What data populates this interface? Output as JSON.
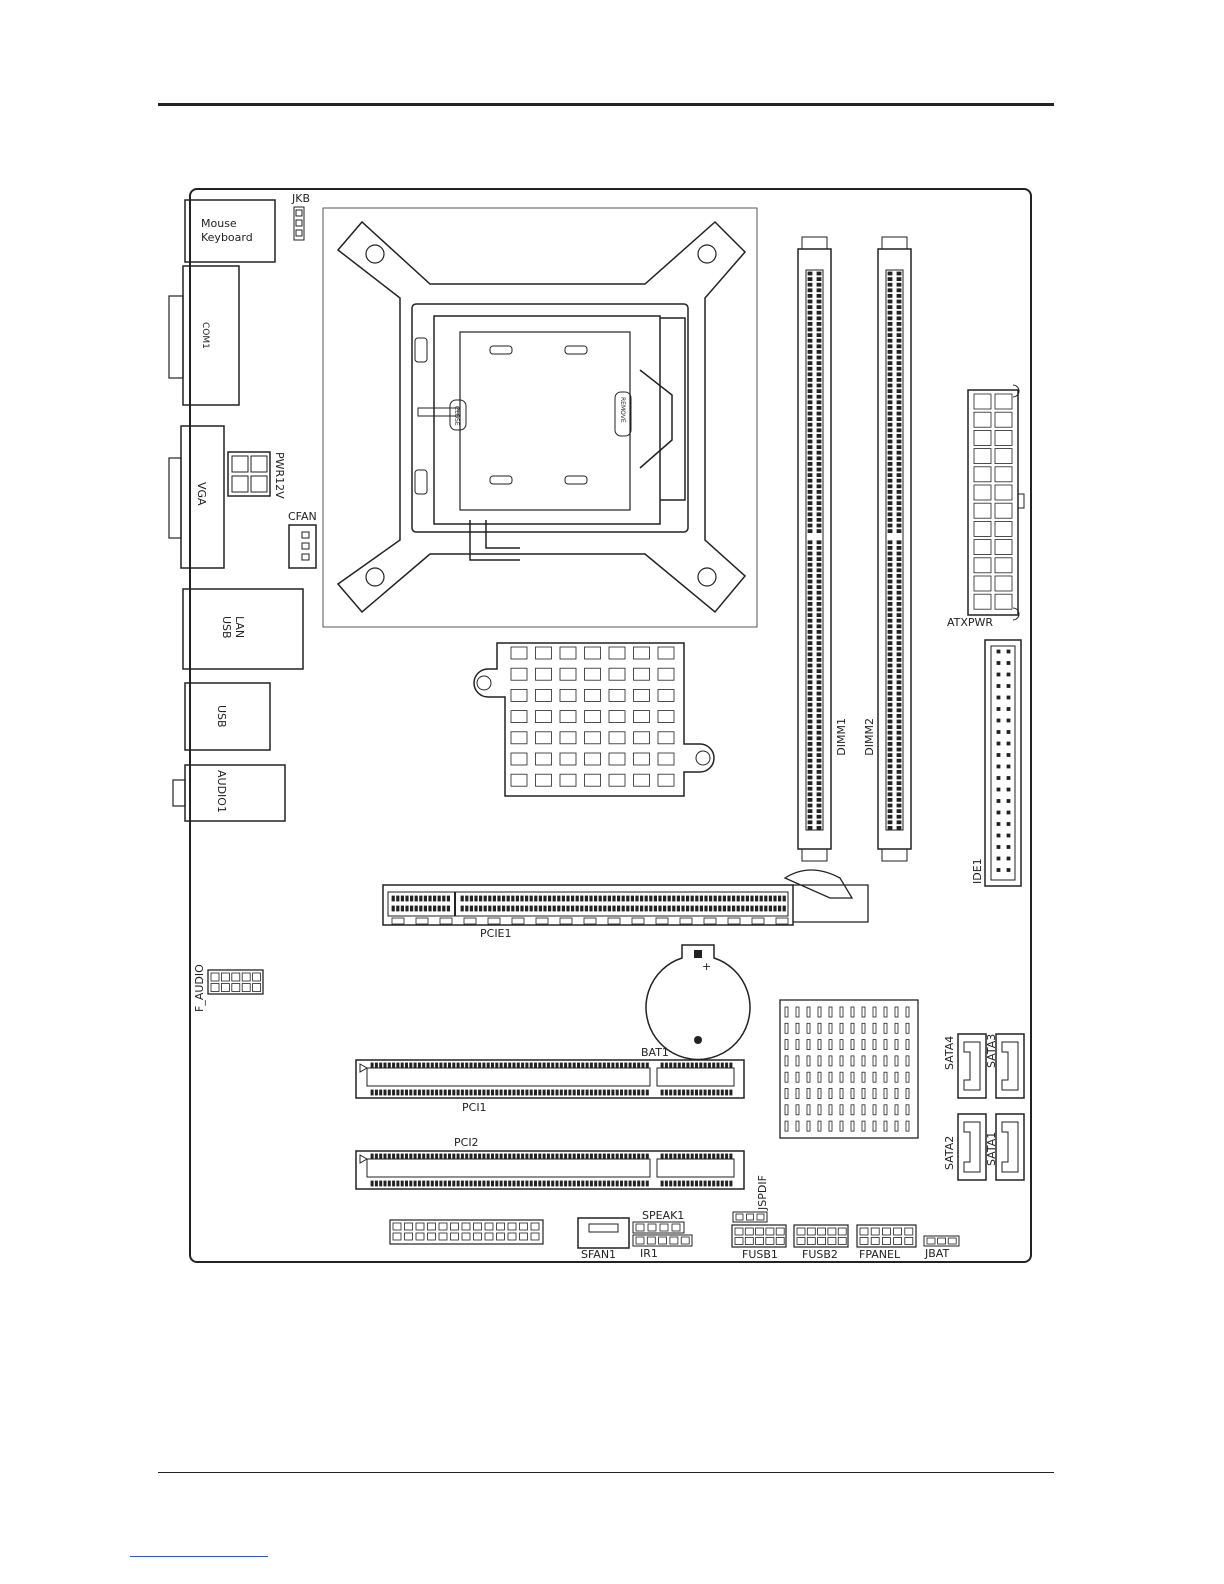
{
  "labels": {
    "jkb": "JKB",
    "mouse_keyboard_line1": "Mouse",
    "mouse_keyboard_line2": "Keyboard",
    "com1": "COM1",
    "vga": "VGA",
    "pwr12v": "PWR12V",
    "cfan": "CFAN",
    "lan_usb_line1": "LAN",
    "lan_usb_line2": "USB",
    "usb": "USB",
    "audio1": "AUDIO1",
    "dimm1": "DIMM1",
    "dimm2": "DIMM2",
    "atxpwr": "ATXPWR",
    "ide1": "IDE1",
    "pcie1": "PCIE1",
    "f_audio": "F_AUDIO",
    "bat1": "BAT1",
    "bat_plus": "+",
    "pci1": "PCI1",
    "pci2": "PCI2",
    "sata4": "SATA4",
    "sata3": "SATA3",
    "sata2": "SATA2",
    "sata1": "SATA1",
    "jspdif": "JSPDIF",
    "speak1": "SPEAK1",
    "ir1": "IR1",
    "sfan1": "SFAN1",
    "fusb1": "FUSB1",
    "fusb2": "FUSB2",
    "fpanel": "FPANEL",
    "jbat": "JBAT",
    "socket_remove": "REMOVE",
    "socket_close": "CLOSE"
  },
  "colors": {
    "line": "#222222",
    "background": "#ffffff",
    "footer_link": "#3355cc"
  }
}
